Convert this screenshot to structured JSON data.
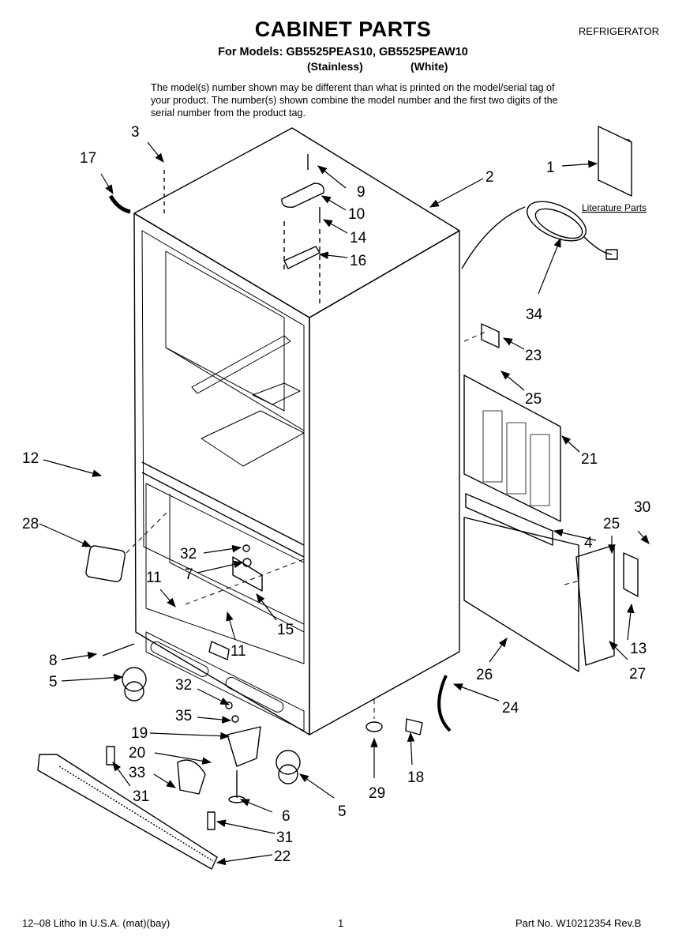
{
  "header": {
    "title": "CABINET PARTS",
    "appliance": "REFRIGERATOR",
    "models_line": "For Models: GB5525PEAS10, GB5525PEAW10",
    "finish_stainless": "(Stainless)",
    "finish_white": "(White)",
    "note": "The model(s) number shown may be different than what is printed on the model/serial tag of your product. The number(s) shown combine the model number and the first two digits of the serial number from the product tag."
  },
  "literature_label": "Literature Parts",
  "callouts": [
    {
      "id": "c3",
      "text": "3"
    },
    {
      "id": "c17",
      "text": "17"
    },
    {
      "id": "c2",
      "text": "2"
    },
    {
      "id": "c1",
      "text": "1"
    },
    {
      "id": "c9",
      "text": "9"
    },
    {
      "id": "c10",
      "text": "10"
    },
    {
      "id": "c14",
      "text": "14"
    },
    {
      "id": "c16",
      "text": "16"
    },
    {
      "id": "c34",
      "text": "34"
    },
    {
      "id": "c23",
      "text": "23"
    },
    {
      "id": "c25a",
      "text": "25"
    },
    {
      "id": "c21",
      "text": "21"
    },
    {
      "id": "c12",
      "text": "12"
    },
    {
      "id": "c30",
      "text": "30"
    },
    {
      "id": "c25b",
      "text": "25"
    },
    {
      "id": "c28",
      "text": "28"
    },
    {
      "id": "c4",
      "text": "4"
    },
    {
      "id": "c32a",
      "text": "32"
    },
    {
      "id": "c7",
      "text": "7"
    },
    {
      "id": "c11a",
      "text": "11"
    },
    {
      "id": "c15",
      "text": "15"
    },
    {
      "id": "c11b",
      "text": "11"
    },
    {
      "id": "c13",
      "text": "13"
    },
    {
      "id": "c8",
      "text": "8"
    },
    {
      "id": "c26",
      "text": "26"
    },
    {
      "id": "c27",
      "text": "27"
    },
    {
      "id": "c5a",
      "text": "5"
    },
    {
      "id": "c32b",
      "text": "32"
    },
    {
      "id": "c24",
      "text": "24"
    },
    {
      "id": "c35",
      "text": "35"
    },
    {
      "id": "c19",
      "text": "19"
    },
    {
      "id": "c20",
      "text": "20"
    },
    {
      "id": "c18",
      "text": "18"
    },
    {
      "id": "c33",
      "text": "33"
    },
    {
      "id": "c31a",
      "text": "31"
    },
    {
      "id": "c29",
      "text": "29"
    },
    {
      "id": "c5b",
      "text": "5"
    },
    {
      "id": "c6",
      "text": "6"
    },
    {
      "id": "c31b",
      "text": "31"
    },
    {
      "id": "c22",
      "text": "22"
    }
  ],
  "footer": {
    "litho": "12–08 Litho In U.S.A. (mat)(bay)",
    "page_number": "1",
    "part_number": "Part No. W10212354 Rev.B"
  }
}
